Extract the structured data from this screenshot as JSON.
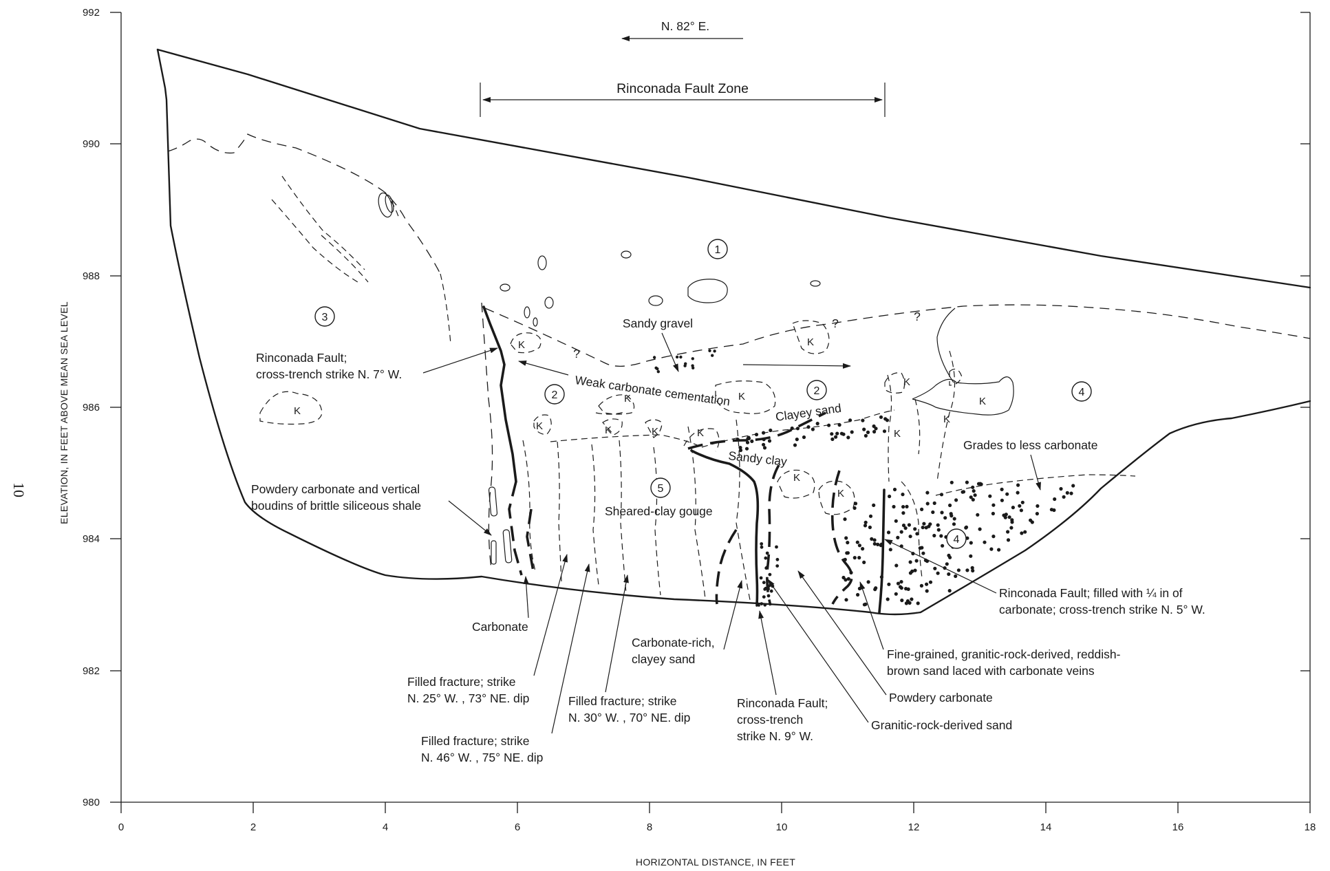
{
  "page_number": "10",
  "axes": {
    "ylabel": "ELEVATION, IN FEET ABOVE MEAN SEA LEVEL",
    "xlabel": "HORIZONTAL DISTANCE, IN FEET",
    "y_ticks": [
      "992",
      "990",
      "988",
      "986",
      "984",
      "982",
      "980"
    ],
    "x_ticks": [
      "0",
      "2",
      "4",
      "6",
      "8",
      "10",
      "12",
      "14",
      "16",
      "18"
    ],
    "y_range": [
      980,
      992
    ],
    "x_range": [
      0,
      18
    ]
  },
  "orientation": "N. 82° E.",
  "fault_zone": "Rinconada Fault Zone",
  "units": [
    "1",
    "2",
    "2",
    "3",
    "4",
    "4",
    "5"
  ],
  "k_symbol": "K",
  "labels": {
    "sandy_gravel": "Sandy gravel",
    "weak_carbonate": "Weak carbonate cementation",
    "clayey_sand": "Clayey sand",
    "sandy_clay": "Sandy clay",
    "sheared_clay": "Sheared-clay gouge",
    "grades_less": "Grades to less carbonate",
    "question": "?"
  },
  "annotations": {
    "rinc_fault_nw7": [
      "Rinconada Fault;",
      "cross-trench strike N. 7° W."
    ],
    "powdery_boudins": [
      "Powdery carbonate and vertical",
      "boudins of brittle siliceous shale"
    ],
    "carbonate": "Carbonate",
    "fracture_25": [
      "Filled fracture; strike",
      "N. 25° W. , 73° NE. dip"
    ],
    "fracture_46": [
      "Filled fracture; strike",
      "N. 46° W. , 75° NE. dip"
    ],
    "fracture_30": [
      "Filled fracture; strike",
      "N. 30° W. , 70° NE. dip"
    ],
    "carbonate_rich": [
      "Carbonate-rich,",
      "clayey sand"
    ],
    "rinc_fault_nw9": [
      "Rinconada Fault;",
      "cross-trench",
      "strike N. 9° W."
    ],
    "granitic_sand": "Granitic-rock-derived sand",
    "powdery_carbonate": "Powdery carbonate",
    "fine_grained": [
      "Fine-grained, granitic-rock-derived, reddish-",
      "brown sand laced with carbonate veins"
    ],
    "rinc_fault_nw5": [
      "Rinconada Fault; filled with ¼ in of",
      "carbonate; cross-trench strike N. 5° W."
    ]
  }
}
